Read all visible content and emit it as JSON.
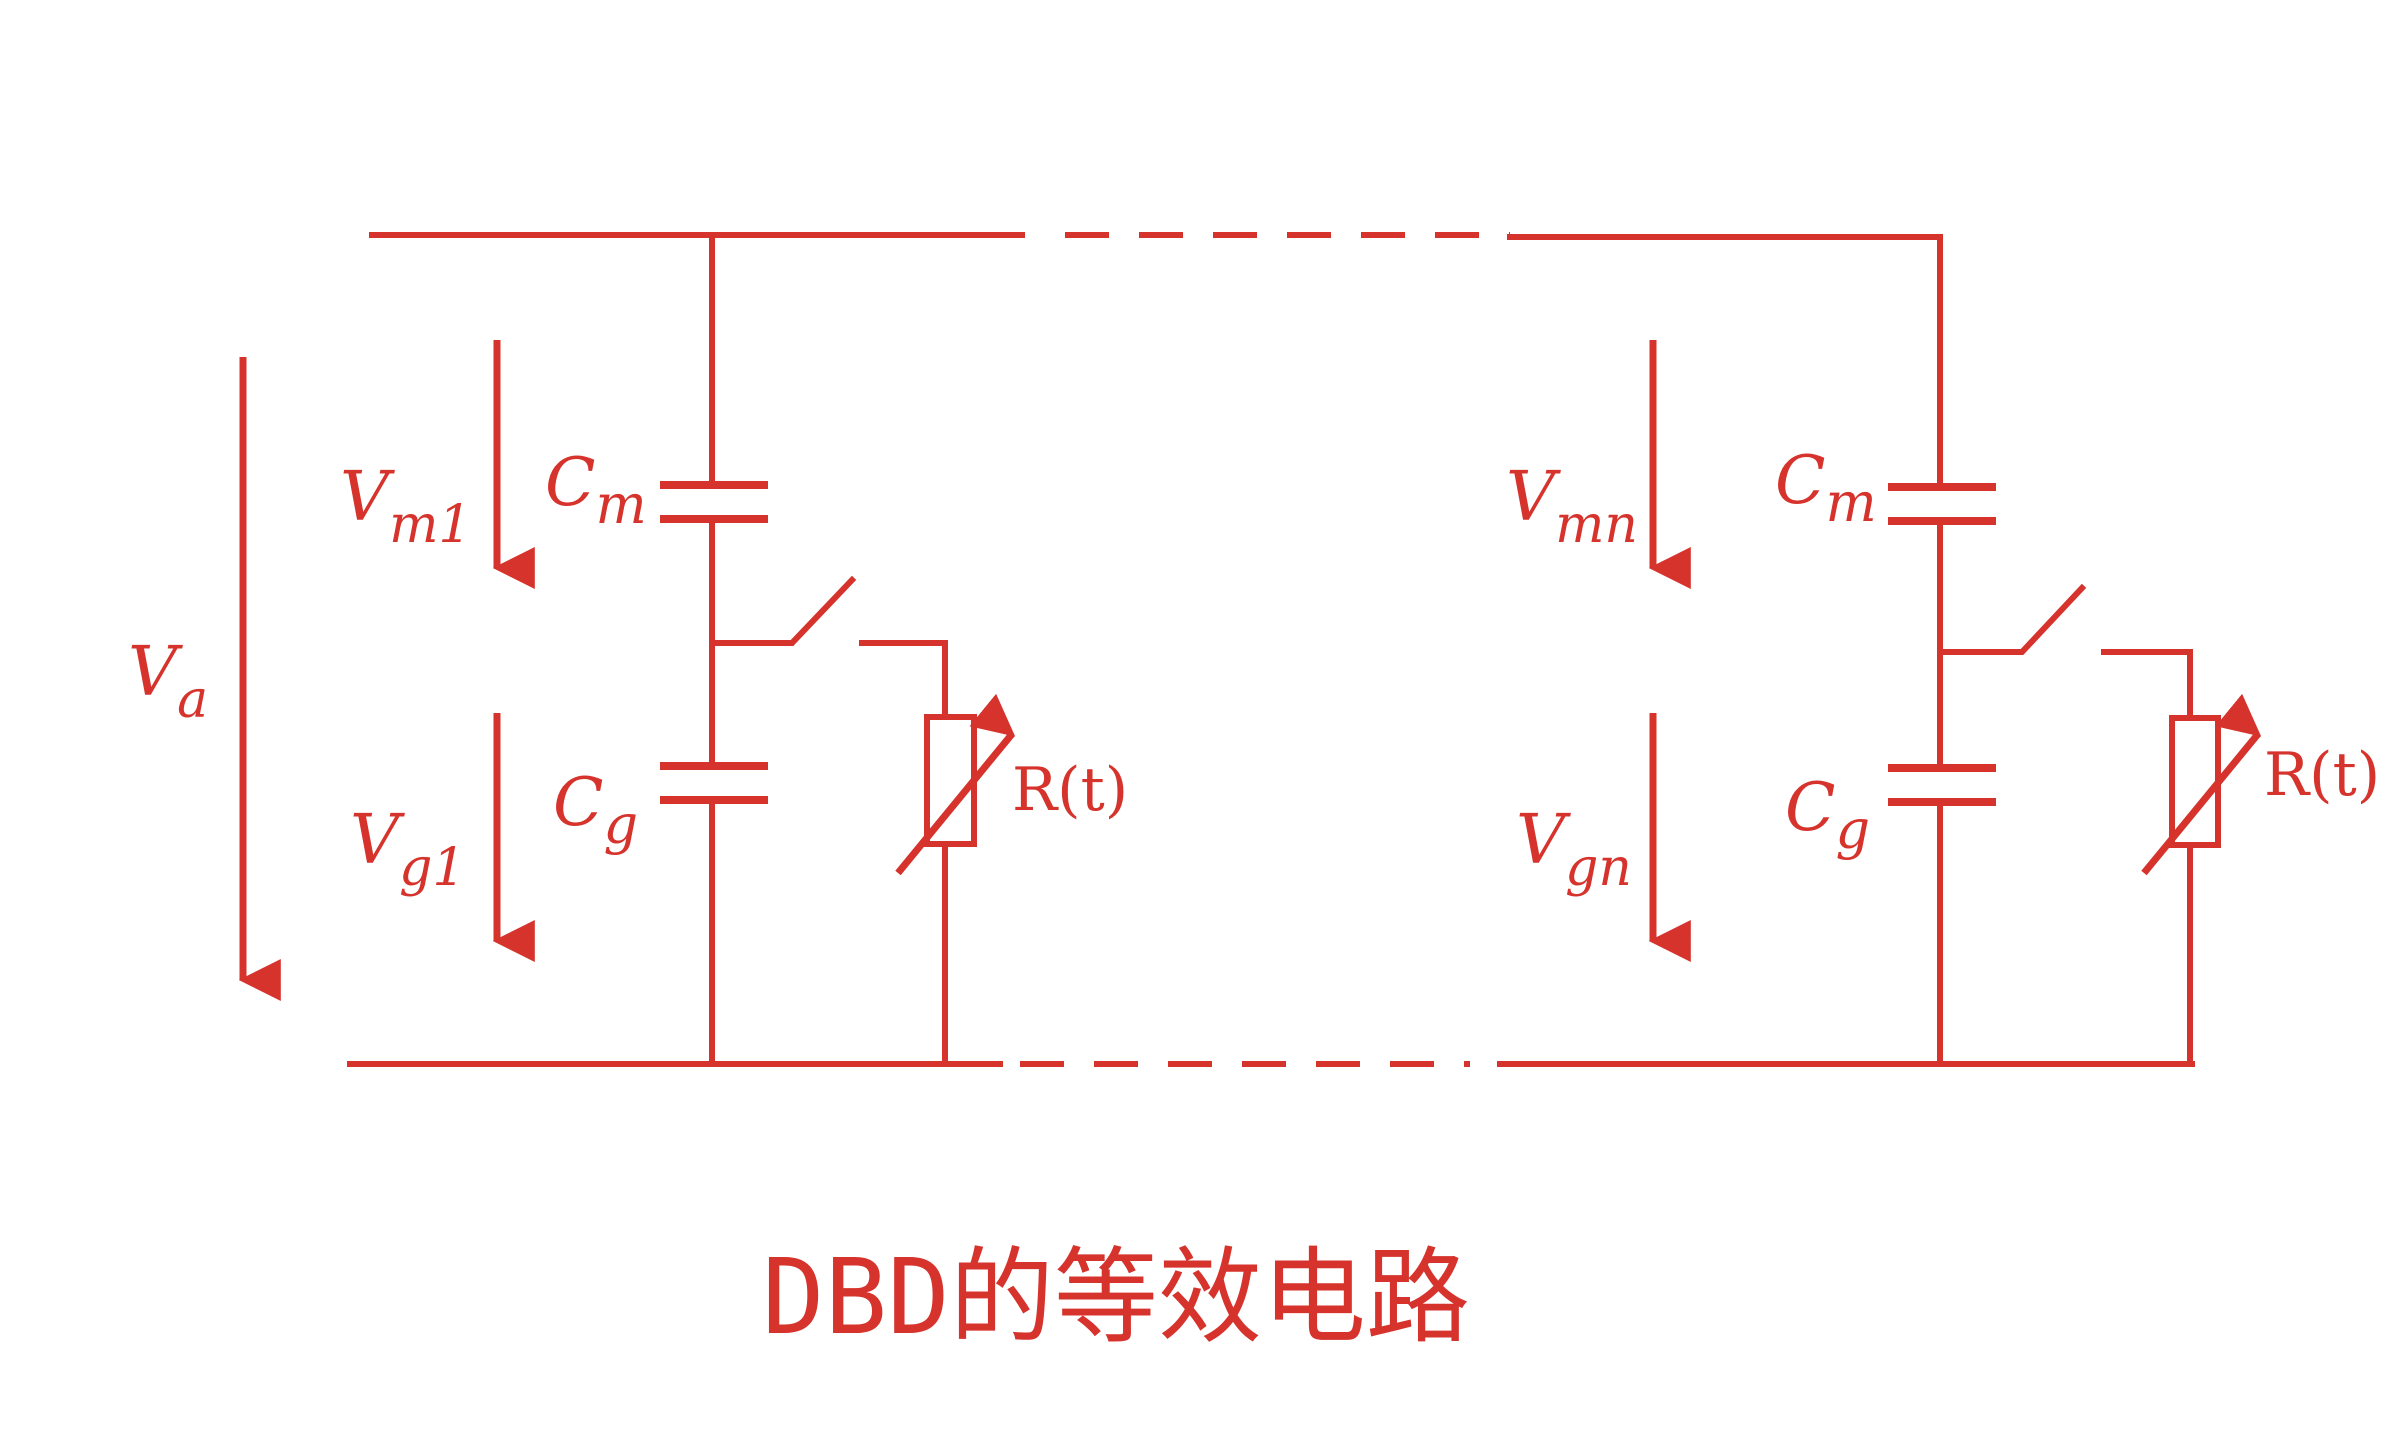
{
  "title": "DBD的等效电路",
  "voltages": {
    "applied": {
      "main": "V",
      "sub": "a"
    },
    "cell1_mem": {
      "main": "V",
      "sub": "m1"
    },
    "cell1_gap": {
      "main": "V",
      "sub": "g1"
    },
    "celln_mem": {
      "main": "V",
      "sub": "mn"
    },
    "celln_gap": {
      "main": "V",
      "sub": "gn"
    }
  },
  "components": {
    "cell1_cm": {
      "main": "C",
      "sub": "m"
    },
    "cell1_cg": {
      "main": "C",
      "sub": "g"
    },
    "cell1_r": "R(t)",
    "celln_cm": {
      "main": "C",
      "sub": "m"
    },
    "celln_cg": {
      "main": "C",
      "sub": "g"
    },
    "celln_r": "R(t)"
  },
  "colors": {
    "ink": "#d6332c",
    "background": "#ffffff"
  }
}
